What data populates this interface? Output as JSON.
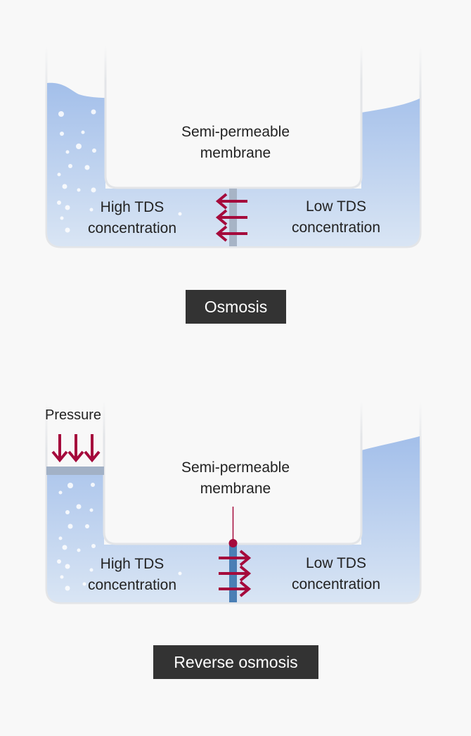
{
  "colors": {
    "background": "#f8f8f8",
    "water": "#a8c3ea",
    "water_light": "#d6e3f4",
    "container_edge": "#e3e5e8",
    "arrow": "#a50a3c",
    "membrane_osmosis": "#a7b4c6",
    "membrane_reverse": "#4a7fb5",
    "piston": "#a2b1c6",
    "badge_bg": "#333333",
    "badge_text": "#ffffff"
  },
  "osmosis": {
    "membrane_label_line1": "Semi-permeable",
    "membrane_label_line2": "membrane",
    "left_label_line1": "High TDS",
    "left_label_line2": "concentration",
    "right_label_line1": "Low TDS",
    "right_label_line2": "concentration",
    "flow_direction": "right-to-left",
    "badge": "Osmosis"
  },
  "reverse_osmosis": {
    "pressure_label": "Pressure",
    "membrane_label_line1": "Semi-permeable",
    "membrane_label_line2": "membrane",
    "left_label_line1": "High TDS",
    "left_label_line2": "concentration",
    "right_label_line1": "Low TDS",
    "right_label_line2": "concentration",
    "flow_direction": "left-to-right",
    "badge": "Reverse osmosis"
  },
  "icons": {
    "osmosis_flow": "arrow-left-icon",
    "reverse_flow": "arrow-right-icon",
    "pressure": "arrow-down-icon"
  }
}
